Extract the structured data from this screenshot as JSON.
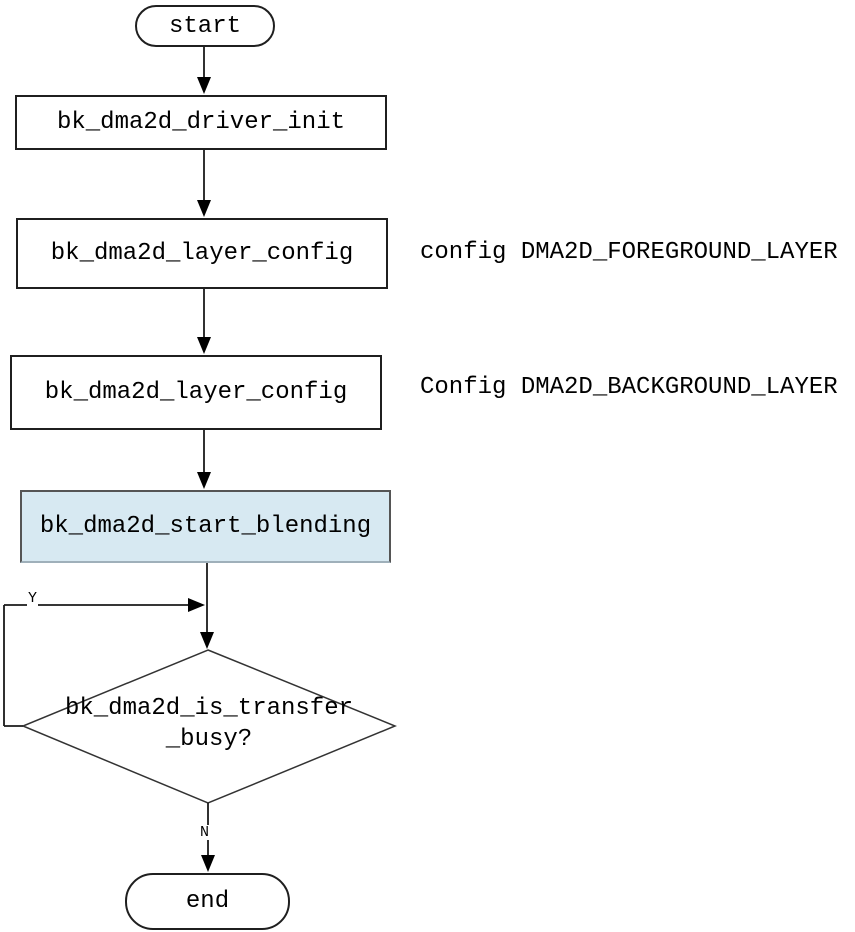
{
  "flowchart": {
    "nodes": {
      "start": "start",
      "driver_init": "bk_dma2d_driver_init",
      "layer_config_foreground": "bk_dma2d_layer_config",
      "layer_config_background": "bk_dma2d_layer_config",
      "start_blending": "bk_dma2d_start_blending",
      "decision_line1": "bk_dma2d_is_transfer",
      "decision_line2": "_busy?",
      "end": "end"
    },
    "annotations": {
      "foreground": "config DMA2D_FOREGROUND_LAYER",
      "background": "Config DMA2D_BACKGROUND_LAYER"
    },
    "edge_labels": {
      "yes": "Y",
      "no": "N"
    },
    "colors": {
      "highlight_fill": "#d7e9f2",
      "line": "#1a1a1a",
      "background": "#ffffff"
    }
  }
}
